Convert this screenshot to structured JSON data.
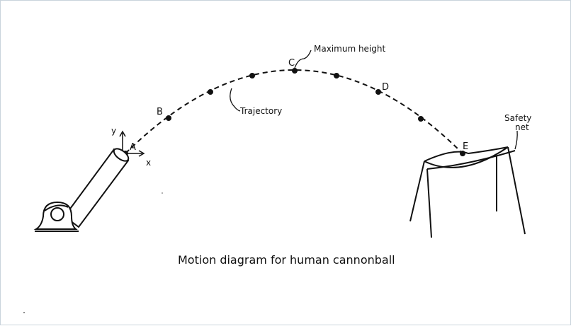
{
  "diagram": {
    "caption": "Motion diagram for human cannonball",
    "labels": {
      "max_height": "Maximum height",
      "trajectory": "Trajectory",
      "safety_net_line1": "Safety",
      "safety_net_line2": "net"
    },
    "axes": {
      "x": "x",
      "y": "y"
    },
    "points": {
      "a": "A",
      "b": "B",
      "c": "C",
      "d": "D",
      "e": "E"
    }
  }
}
